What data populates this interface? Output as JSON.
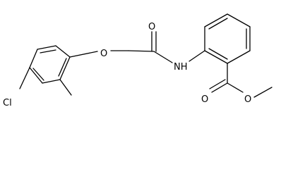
{
  "structure": {
    "atom_labels": {
      "chlorine": "Cl",
      "ether_oxygen": "O",
      "amide_carbonyl_oxygen": "O",
      "amide_nitrogen": "NH",
      "ester_carbonyl_oxygen": "O",
      "ester_alkoxy_oxygen": "O"
    }
  }
}
